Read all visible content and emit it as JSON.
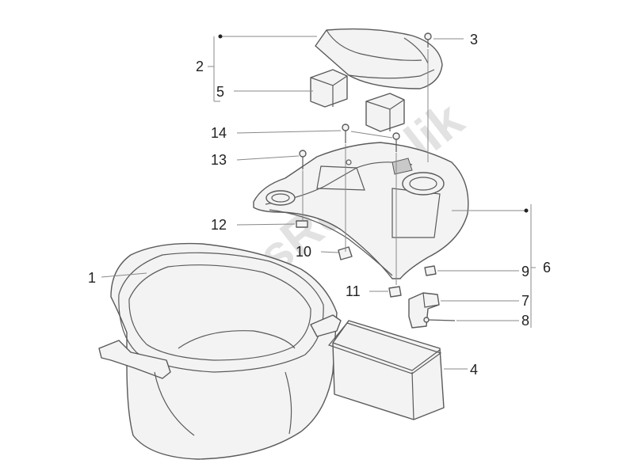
{
  "watermark": "PartsRepublik",
  "callouts": [
    "1",
    "2",
    "3",
    "4",
    "5",
    "6",
    "7",
    "8",
    "9",
    "10",
    "11",
    "12",
    "13",
    "14"
  ]
}
